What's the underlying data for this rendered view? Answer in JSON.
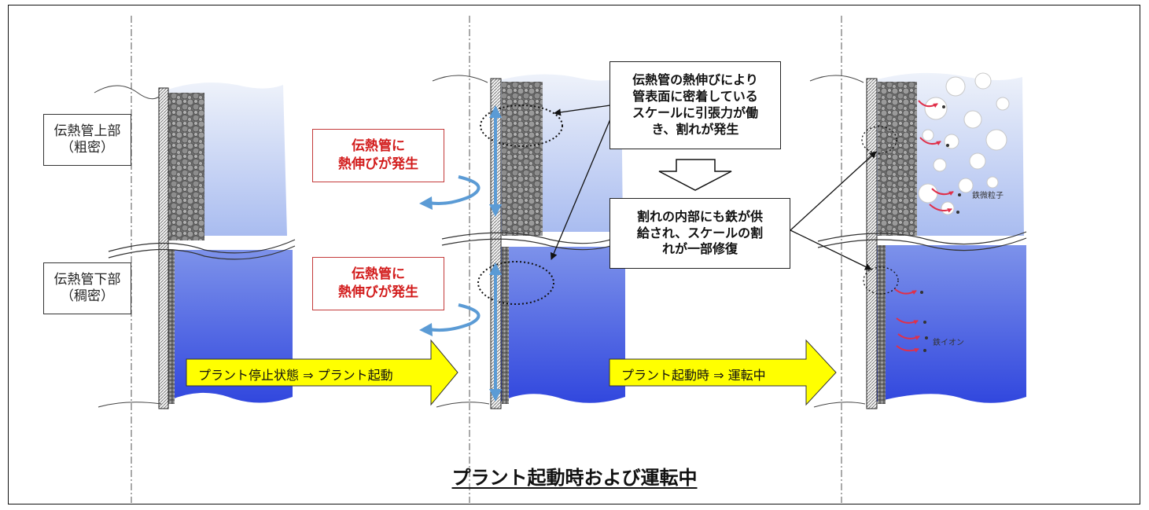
{
  "labels": {
    "upper_line1": "伝熱管上部",
    "upper_line2": "（粗密）",
    "lower_line1": "伝熱管下部",
    "lower_line2": "（稠密）"
  },
  "expansion_note": {
    "line1": "伝熱管に",
    "line2": "熱伸びが発生"
  },
  "crack_note": {
    "line1": "伝熱管の熱伸びにより",
    "line2": "管表面に密着している",
    "line3": "スケールに引張力が働",
    "line4": "き、割れが発生"
  },
  "repair_note": {
    "line1": "割れの内部にも鉄が供",
    "line2": "給され、スケールの割",
    "line3": "れが一部修復"
  },
  "arrows": {
    "phase1": "プラント停止状態 ⇒ プラント起動",
    "phase2": "プラント起動時 ⇒ 運転中"
  },
  "particles": {
    "iron_particle": "鉄微粒子",
    "iron_ion": "鉄イオン"
  },
  "caption": "プラント起動時および運転中",
  "colors": {
    "water_dark": "#3a4fe0",
    "water_light": "#e6ecf8",
    "note_red": "#d21b1b",
    "arrow_yellow": "#ffff00",
    "curve_arrow": "#5b9bd5",
    "ion_red": "#e0304a"
  }
}
